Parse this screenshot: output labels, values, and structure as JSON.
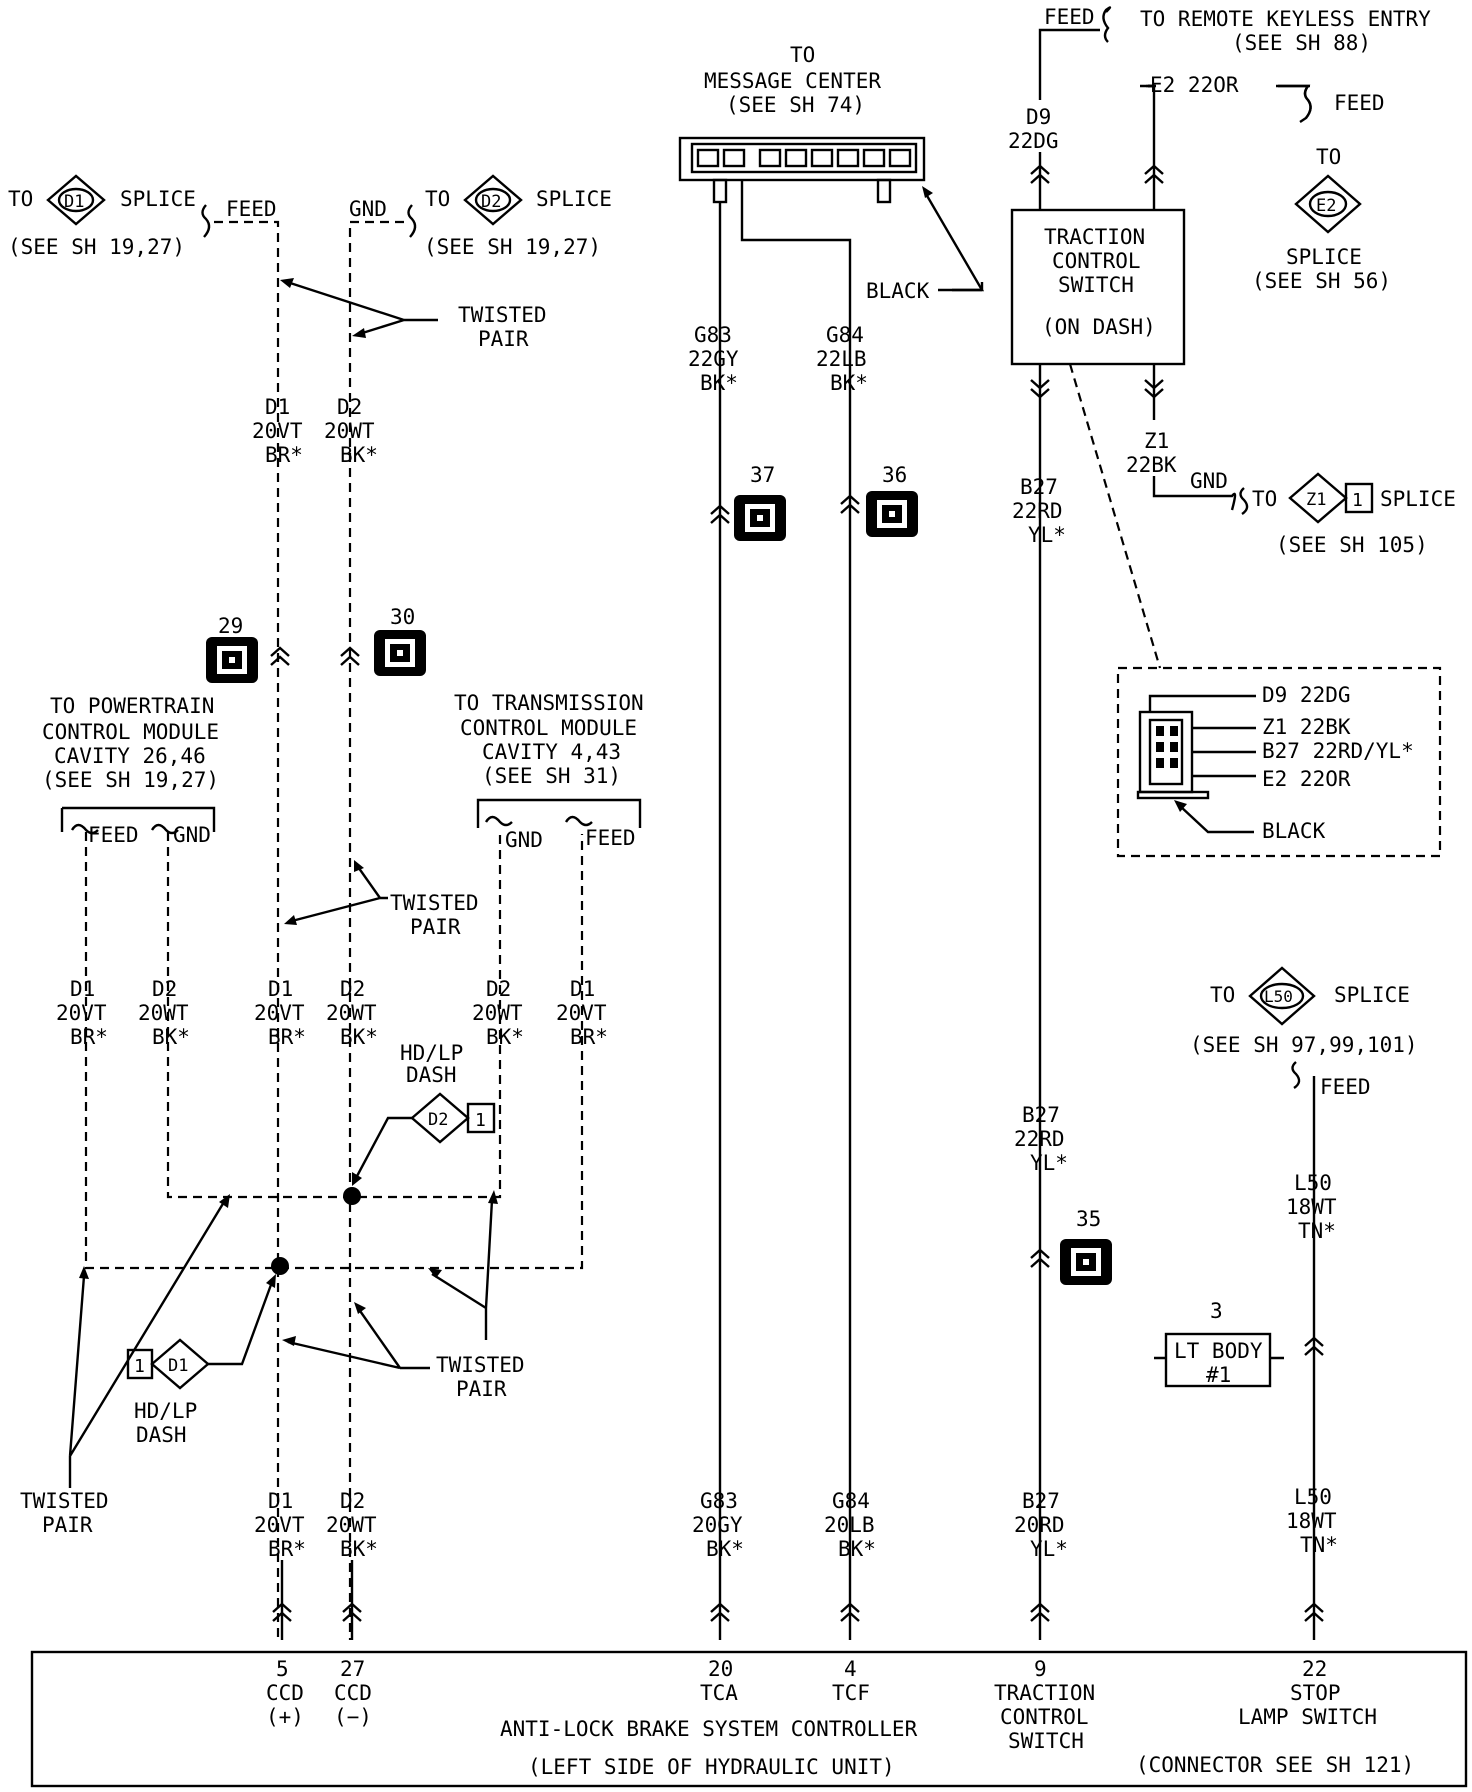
{
  "top": {
    "rke_feed": "FEED",
    "rke_to": "TO REMOTE KEYLESS ENTRY",
    "rke_see": "(SEE SH 88)",
    "mc_to": "TO",
    "mc_name": "MESSAGE CENTER",
    "mc_see": "(SEE SH 74)",
    "e2_wire": "E2 22OR",
    "e2_feed": "FEED",
    "e2_to": "TO",
    "e2_id": "E2",
    "e2_splice": "SPLICE",
    "e2_see": "(SEE SH 56)",
    "d9_code": "D9",
    "d9_wire": "22DG"
  },
  "left": {
    "d1_to": "TO",
    "d1_id": "D1",
    "d1_splice": "SPLICE",
    "d1_see": "(SEE SH 19,27)",
    "feed": "FEED",
    "gnd": "GND",
    "d2_to": "TO",
    "d2_id": "D2",
    "d2_splice": "SPLICE",
    "d2_see": "(SEE SH 19,27)",
    "tp1_a": "TWISTED",
    "tp1_b": "PAIR",
    "d1_code": "D1",
    "d1_wire": "20VT",
    "d1_color": "BR*",
    "d2_code": "D2",
    "d2_wire": "20WT",
    "d2_color": "BK*",
    "conn29": "29",
    "conn30": "30",
    "pcm_1": "TO POWERTRAIN",
    "pcm_2": "CONTROL MODULE",
    "pcm_3": "CAVITY 26,46",
    "pcm_4": "(SEE SH 19,27)",
    "pcm_feed": "FEED",
    "pcm_gnd": "GND",
    "tcm_1": "TO TRANSMISSION",
    "tcm_2": "CONTROL MODULE",
    "tcm_3": "CAVITY 4,43",
    "tcm_4": "(SEE SH 31)",
    "tcm_gnd": "GND",
    "tcm_feed": "FEED",
    "tp2_a": "TWISTED",
    "tp2_b": "PAIR",
    "hdlp_a": "HD/LP",
    "hdlp_b": "DASH",
    "tp3_a": "TWISTED",
    "tp3_b": "PAIR",
    "tp4_a": "TWISTED",
    "tp4_b": "PAIR",
    "d2_color_alt": "BK*",
    "splice_num": "1"
  },
  "center": {
    "g83_code": "G83",
    "g83_wire": "22GY",
    "g83_color": "BK*",
    "g84_code": "G84",
    "g84_wire": "22LB",
    "g84_color": "BK*",
    "black": "BLACK",
    "conn37": "37",
    "conn36": "36",
    "g83_lo_code": "G83",
    "g83_lo_wire": "20GY",
    "g83_lo_color": "BK*",
    "g84_lo_code": "G84",
    "g84_lo_wire": "20LB",
    "g84_lo_color": "BK*"
  },
  "right": {
    "tcs_1": "TRACTION",
    "tcs_2": "CONTROL",
    "tcs_3": "SWITCH",
    "tcs_4": "(ON DASH)",
    "z1_code": "Z1",
    "z1_wire": "22BK",
    "z1_gnd": "GND",
    "z1_to": "TO",
    "z1_id": "Z1",
    "z1_num": "1",
    "z1_splice": "SPLICE",
    "z1_see": "(SEE SH 105)",
    "b27_code": "B27",
    "b27_wire": "22RD",
    "b27_color": "YL*",
    "inset_d9": "D9 22DG",
    "inset_z1": "Z1 22BK",
    "inset_b27": "B27 22RD/YL*",
    "inset_e2": "E2 22OR",
    "inset_black": "BLACK",
    "conn35": "35",
    "b27_lo_code": "B27",
    "b27_lo_wire": "20RD",
    "b27_lo_color": "YL*",
    "l50_to": "TO",
    "l50_id": "L50",
    "l50_splice": "SPLICE",
    "l50_see": "(SEE SH 97,99,101)",
    "l50_feed": "FEED",
    "l50_code": "L50",
    "l50_wire": "18WT",
    "l50_color": "TN*",
    "ltbody_num": "3",
    "ltbody_1": "LT BODY",
    "ltbody_2": "#1",
    "l50_lo_code": "L50",
    "l50_lo_wire": "18WT",
    "l50_lo_color": "TN*"
  },
  "controller": {
    "p5_num": "5",
    "p5_name": "CCD",
    "p5_sign": "(+)",
    "p27_num": "27",
    "p27_name": "CCD",
    "p27_sign": "(−)",
    "p20_num": "20",
    "p20_name": "TCA",
    "p4_num": "4",
    "p4_name": "TCF",
    "p9_num": "9",
    "p9_a": "TRACTION",
    "p9_b": "CONTROL",
    "p9_c": "SWITCH",
    "p22_num": "22",
    "p22_a": "STOP",
    "p22_b": "LAMP SWITCH",
    "title": "ANTI-LOCK BRAKE SYSTEM CONTROLLER",
    "subtitle": "(LEFT SIDE OF HYDRAULIC UNIT)",
    "connector_note": "(CONNECTOR SEE SH 121)"
  }
}
